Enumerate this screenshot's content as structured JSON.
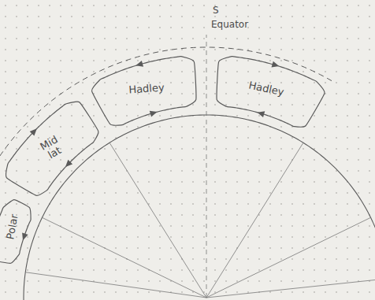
{
  "diagram": {
    "nodes": [
      {
        "text": [
          "Polar"
        ]
      },
      {
        "text": [
          "Mid lat"
        ]
      },
      {
        "text": [
          "Hadley"
        ]
      },
      {
        "text": [
          "Hadley"
        ]
      }
    ],
    "labels": [
      "S",
      "Equator"
    ]
  }
}
